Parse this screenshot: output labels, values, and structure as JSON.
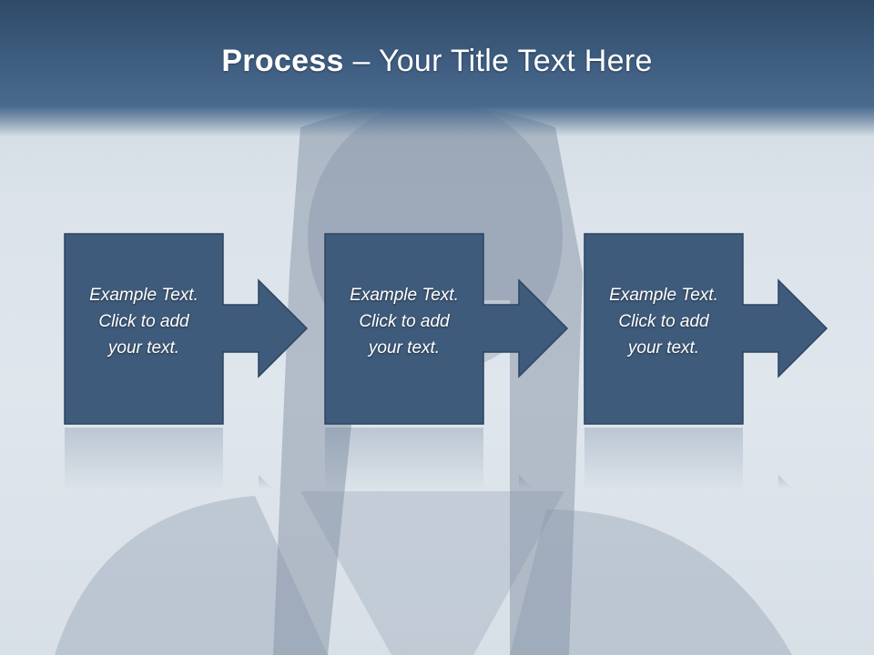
{
  "slide": {
    "title_bold": "Process",
    "title_rest": " – Your Title Text Here"
  },
  "steps": [
    {
      "text": "Example Text.\nClick  to add\nyour text."
    },
    {
      "text": "Example Text.\nClick  to add\nyour text."
    },
    {
      "text": "Example Text.\nClick  to add\nyour text."
    }
  ],
  "colors": {
    "banner": "#3e5d80",
    "box_fill": "#3f5b7b",
    "box_border": "#2c4561",
    "text": "#ffffff"
  }
}
